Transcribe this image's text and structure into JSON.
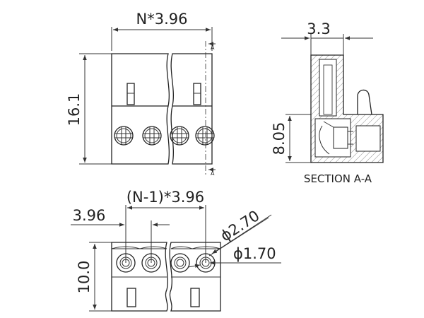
{
  "front_view": {
    "width_label": "N*3.96",
    "height_label": "16.1",
    "section_marker": "A"
  },
  "section_view": {
    "width_label": "3.3",
    "height_label": "8.05",
    "caption": "SECTION A-A"
  },
  "bottom_view": {
    "span_label": "(N-1)*3.96",
    "pitch_label": "3.96",
    "height_label": "10.0",
    "outer_diameter_label": "ϕ2.70",
    "inner_diameter_label": "ϕ1.70"
  },
  "colors": {
    "line": "#333333",
    "text": "#222222",
    "background": "#ffffff"
  }
}
